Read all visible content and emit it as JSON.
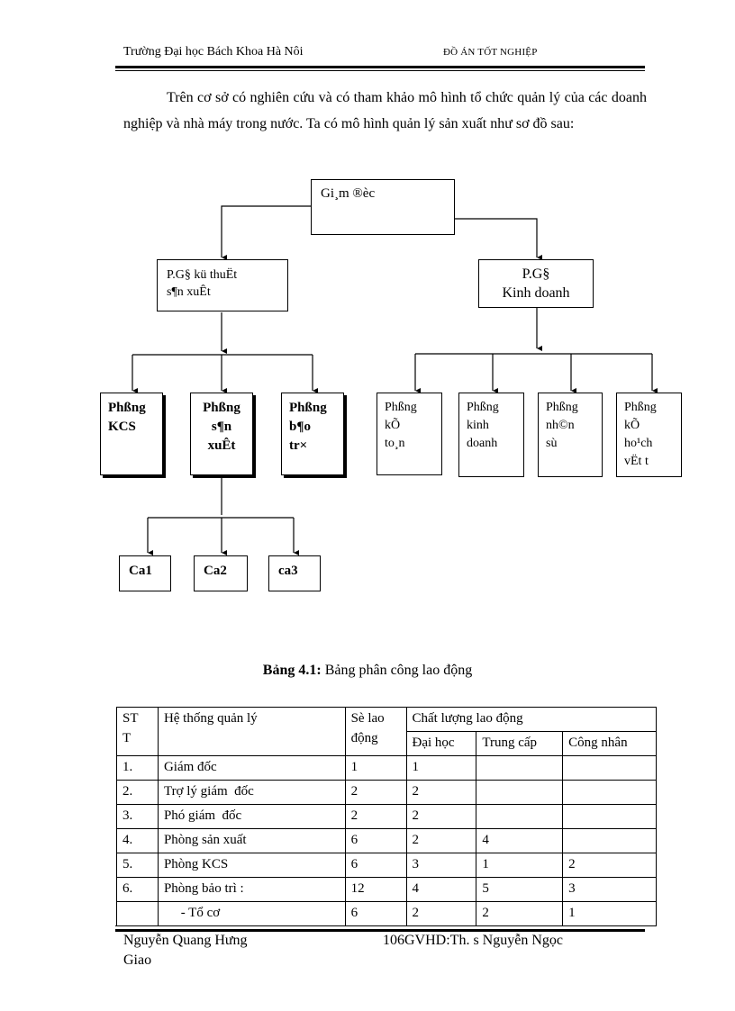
{
  "header": {
    "school": "Trường Đại học Bách Khoa Hà Nôi",
    "doc_type": "ĐỒ ÁN TỐT NGHIỆP"
  },
  "intro": "Trên cơ sở có nghiên  cứu và có tham khảo mô hình tổ chức quản lý của các doanh nghiệp và nhà máy trong nước. Ta có mô hình quản lý sản xuất như sơ đồ sau:",
  "diagram": {
    "director": "Gi¸m ®èc",
    "vp_tech_1": "P.G§ kü thuËt",
    "vp_tech_2": "s¶n xuÊt",
    "vp_biz_1": "P.G§",
    "vp_biz_2": "Kinh doanh",
    "kcs": [
      "Phßng",
      "KCS"
    ],
    "production": [
      "Phßng",
      "s¶n",
      "xuÊt"
    ],
    "maintenance": [
      "Phßng",
      "b¶o",
      "tr×"
    ],
    "accounting": [
      "Phßng",
      "kÕ",
      "to¸n"
    ],
    "business": [
      "Phßng",
      "kinh",
      "doanh"
    ],
    "hr": [
      "Phßng",
      "nh©n",
      "sù"
    ],
    "planning": [
      "Phßng",
      "kÕ",
      "ho¹ch",
      "vËt t"
    ],
    "shift1": "Ca1",
    "shift2": "Ca2",
    "shift3": "ca3"
  },
  "caption": {
    "label": "Bảng 4.1:",
    "text": " Bảng phân công lao động"
  },
  "table": {
    "h_stt_1": "ST",
    "h_stt_2": "T",
    "h_system": "Hệ thống quản lý",
    "h_count_1": "Sè lao",
    "h_count_2": "động",
    "h_quality": "Chất lượng lao động",
    "h_univ": "Đại học",
    "h_college": "Trung cấp",
    "h_worker": "Công nhân",
    "rows": [
      [
        "1.",
        "Giám đốc",
        "1",
        "1",
        "",
        ""
      ],
      [
        "2.",
        "Trợ lý giám  đốc",
        "2",
        "2",
        "",
        ""
      ],
      [
        "3.",
        "Phó giám  đốc",
        "2",
        "2",
        "",
        ""
      ],
      [
        "4.",
        "Phòng sản xuất",
        "6",
        "2",
        "4",
        ""
      ],
      [
        "5.",
        "Phòng KCS",
        "6",
        "3",
        "1",
        "2"
      ],
      [
        "6.",
        "Phòng bảo trì :",
        "12",
        "4",
        "5",
        "3"
      ],
      [
        "",
        "     - Tổ cơ",
        "6",
        "2",
        "2",
        "1"
      ]
    ]
  },
  "footer": {
    "student_1": "Nguyễn  Quang Hưng",
    "student_2": "Giao",
    "page_and_advisor": "106GVHD:Th. s Nguyễn  Ngọc"
  }
}
